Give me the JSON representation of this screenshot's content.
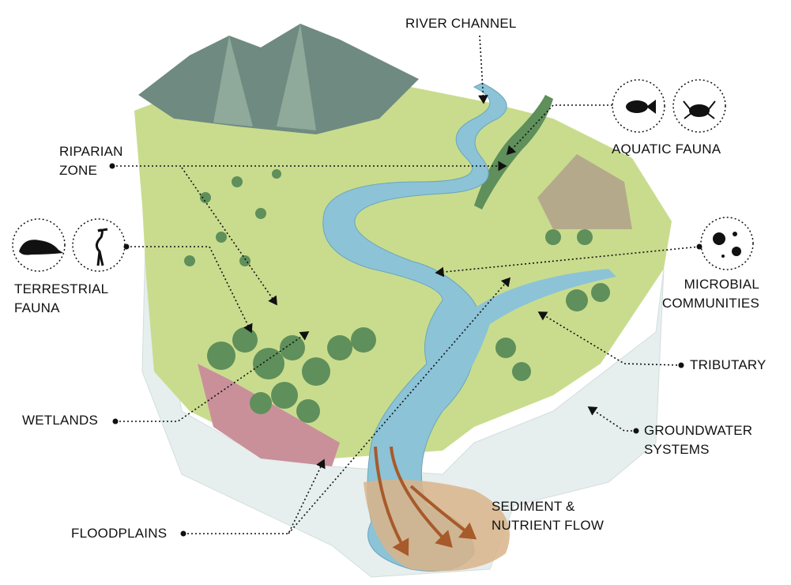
{
  "labels": {
    "river_channel": "RIVER CHANNEL",
    "riparian_zone": [
      "RIPARIAN",
      "ZONE"
    ],
    "aquatic_fauna": "AQUATIC FAUNA",
    "terrestrial_fauna": [
      "TERRESTRIAL",
      "FAUNA"
    ],
    "microbial_communities": [
      "MICROBIAL",
      "COMMUNITIES"
    ],
    "tributary": "TRIBUTARY",
    "wetlands": "WETLANDS",
    "groundwater_systems": [
      "GROUNDWATER",
      "SYSTEMS"
    ],
    "floodplains": "FLOODPLAINS",
    "sediment_nutrient_flow": [
      "SEDIMENT &",
      "NUTRIENT FLOW"
    ]
  },
  "icons": {
    "aquatic": [
      "fish-icon",
      "crab-icon"
    ],
    "terrestrial": [
      "otter-icon",
      "heron-icon"
    ],
    "microbial": [
      "microbe-icon"
    ]
  },
  "colors": {
    "river": "#8cc3d6",
    "grass": "#c9dc8e",
    "forest": "#5f8f5a",
    "mountain": "#6f8a80",
    "soil_side": "#e9efe8",
    "sediment": "#d9b48a",
    "arrow": "#a85a2a"
  }
}
